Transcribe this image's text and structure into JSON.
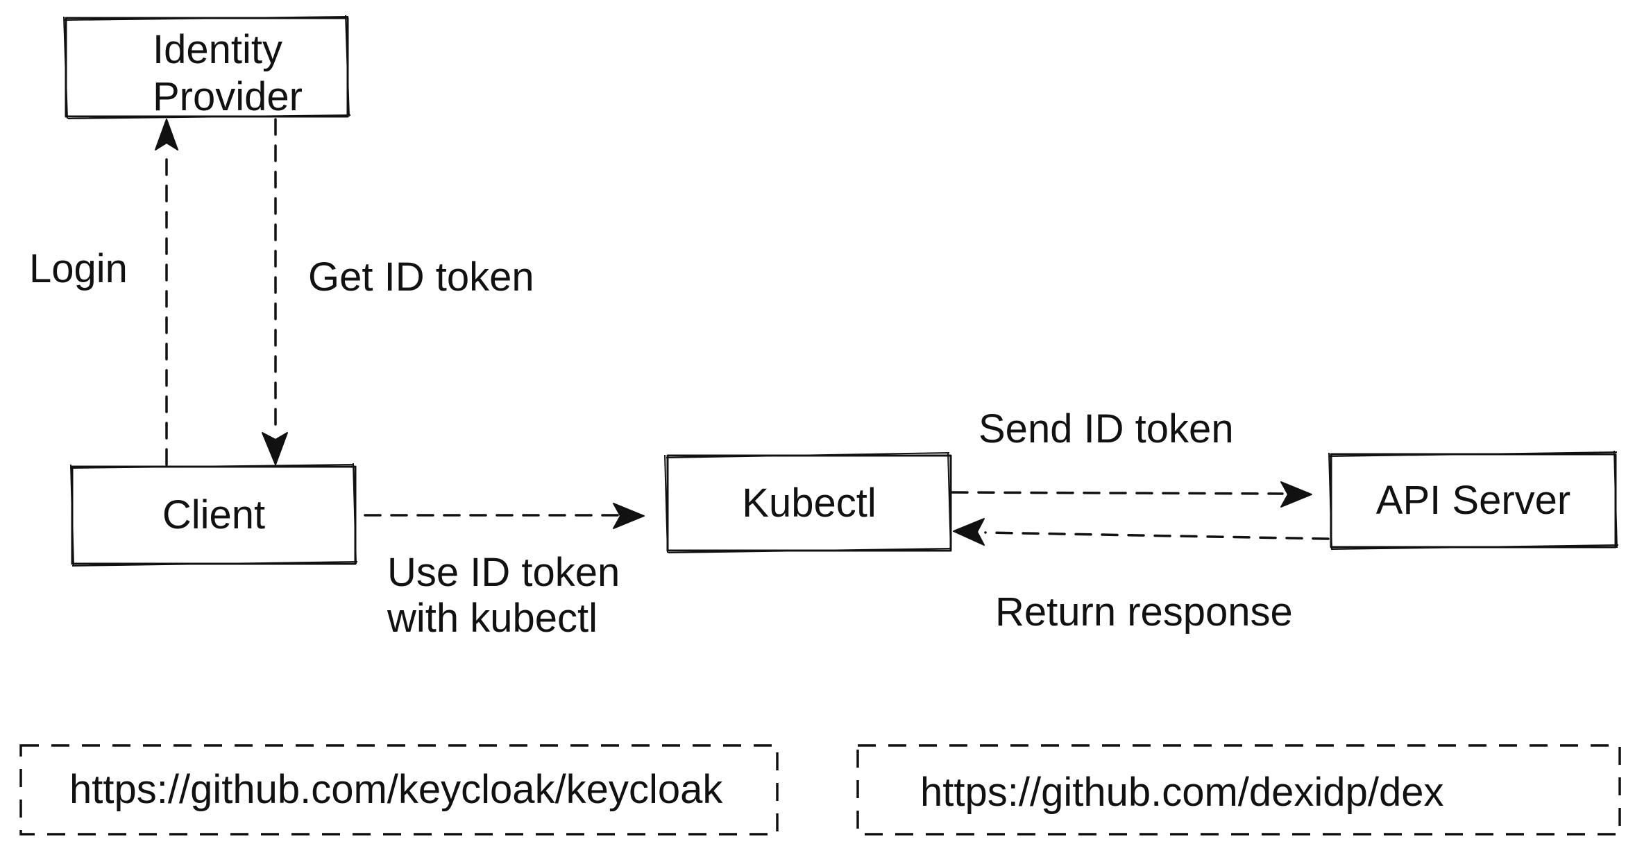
{
  "nodes": {
    "identity_provider": {
      "line1": "Identity",
      "line2": "Provider"
    },
    "client": {
      "label": "Client"
    },
    "kubectl": {
      "label": "Kubectl"
    },
    "api_server": {
      "label": "API Server"
    }
  },
  "edges": {
    "login": {
      "label": "Login"
    },
    "get_id_token": {
      "label": "Get ID token"
    },
    "use_id_token": {
      "line1": "Use ID token",
      "line2": "with kubectl"
    },
    "send_id_token": {
      "label": "Send ID token"
    },
    "return_response": {
      "label": "Return response"
    }
  },
  "links": {
    "keycloak": "https://github.com/keycloak/keycloak",
    "dex": "https://github.com/dexidp/dex"
  }
}
